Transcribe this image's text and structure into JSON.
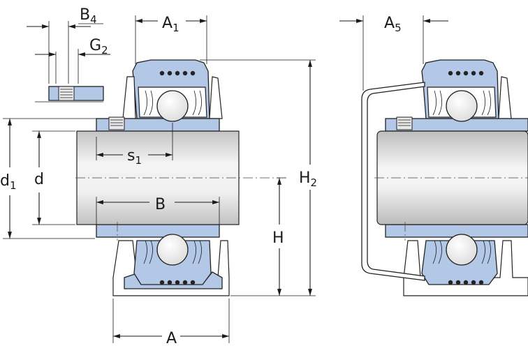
{
  "labels": {
    "B4": {
      "main": "B",
      "sub": "4"
    },
    "G2": {
      "main": "G",
      "sub": "2"
    },
    "A1": {
      "main": "A",
      "sub": "1"
    },
    "A5": {
      "main": "A",
      "sub": "5"
    },
    "d1": {
      "main": "d",
      "sub": "1"
    },
    "d": {
      "main": "d"
    },
    "s1": {
      "main": "s",
      "sub": "1"
    },
    "H2": {
      "main": "H",
      "sub": "2"
    },
    "B": {
      "main": "B"
    },
    "H": {
      "main": "H"
    },
    "A": {
      "main": "A"
    }
  },
  "colors": {
    "housing": "#b3c7e6",
    "shaft_light": "#f4f4f4",
    "shaft_dark": "#c4c4c4",
    "line": "#1a1a1a"
  }
}
